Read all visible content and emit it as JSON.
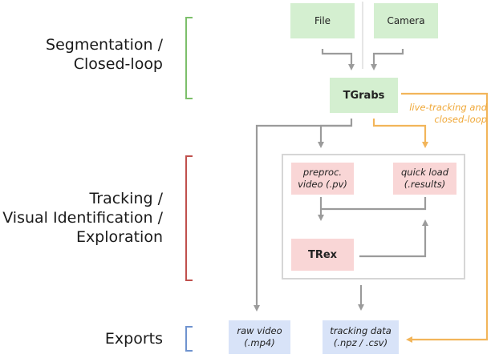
{
  "stages": {
    "segmentation": [
      "Segmentation /",
      "Closed-loop"
    ],
    "tracking": [
      "Tracking /",
      "Visual Identification /",
      "Exploration"
    ],
    "exports": [
      "Exports"
    ]
  },
  "nodes": {
    "file": "File",
    "camera": "Camera",
    "tgrabs": "TGrabs",
    "preproc_video": [
      "preproc.",
      "video (.pv)"
    ],
    "quick_load": [
      "quick load",
      "(.results)"
    ],
    "trex": "TRex",
    "raw_video": [
      "raw video",
      "(.mp4)"
    ],
    "tracking_data": [
      "tracking data",
      "(.npz / .csv)"
    ]
  },
  "annotations": {
    "live_tracking": [
      "live-tracking and",
      "closed-loop"
    ]
  },
  "colors": {
    "segmentation_bracket": "#7cbf6a",
    "tracking_bracket": "#c0504d",
    "exports_bracket": "#6f93cf",
    "source_box": "#d4efd0",
    "tracking_box": "#f9d6d6",
    "export_box": "#d8e3f8",
    "arrow": "#9b9b9b",
    "live_arrow": "#f2b55a",
    "annotation_text": "#f0a838",
    "group_border": "#d6d6d6"
  }
}
